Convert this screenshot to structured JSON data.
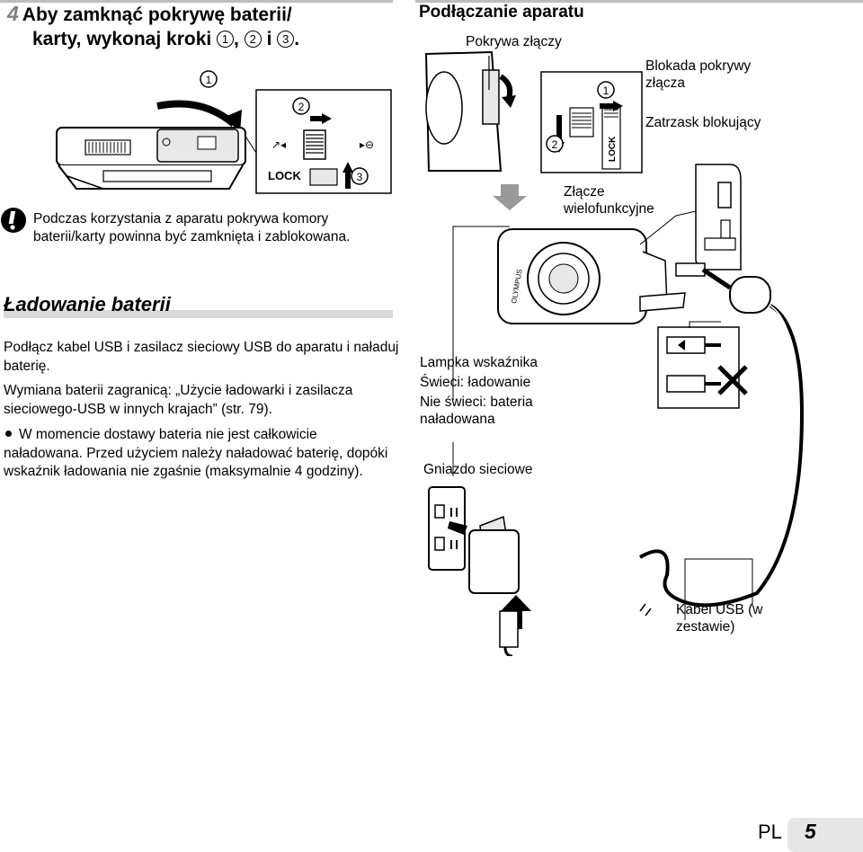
{
  "left": {
    "step_number": "4",
    "step_title_1": "Aby zamknąć pokrywę baterii/",
    "step_title_2a": "karty, wykonaj kroki",
    "step_title_sep1": ",",
    "step_title_sep2": "i",
    "step_title_end": ".",
    "circle_1": "1",
    "circle_2": "2",
    "circle_3": "3",
    "figure_lock_label": "LOCK",
    "note_text": "Podczas korzystania z aparatu pokrywa komory baterii/karty powinna być zamknięta i zablokowana.",
    "section_title": "Ładowanie baterii",
    "para1": "Podłącz kabel USB i zasilacz sieciowy USB do aparatu i naładuj baterię.",
    "para2": "Wymiana baterii zagranicą: „Użycie ładowarki i zasilacza sieciowego-USB w innych krajach” (str. 79).",
    "para3": "W momencie dostawy bateria nie jest całkowicie naładowana. Przed użyciem należy naładować baterię, dopóki wskaźnik ładowania nie zgaśnie (maksymalnie 4 godziny)."
  },
  "right": {
    "title": "Podłączanie aparatu",
    "label_cover": "Pokrywa złączy",
    "label_lock": "Blokada pokrywy złącza",
    "label_latch": "Zatrzask blokujący",
    "label_connector": "Złącze wielofunkcyjne",
    "label_lamp_1": "Lampka wskaźnika",
    "label_lamp_2": "Świeci: ładowanie",
    "label_lamp_3": "Nie świeci: bateria naładowana",
    "label_socket": "Gniazdo sieciowe",
    "label_cable": "Kabel USB (w zestawie)",
    "lock_text": "LOCK",
    "brand_text": "OLYMPUS"
  },
  "footer": {
    "lang": "PL",
    "page": "5"
  }
}
